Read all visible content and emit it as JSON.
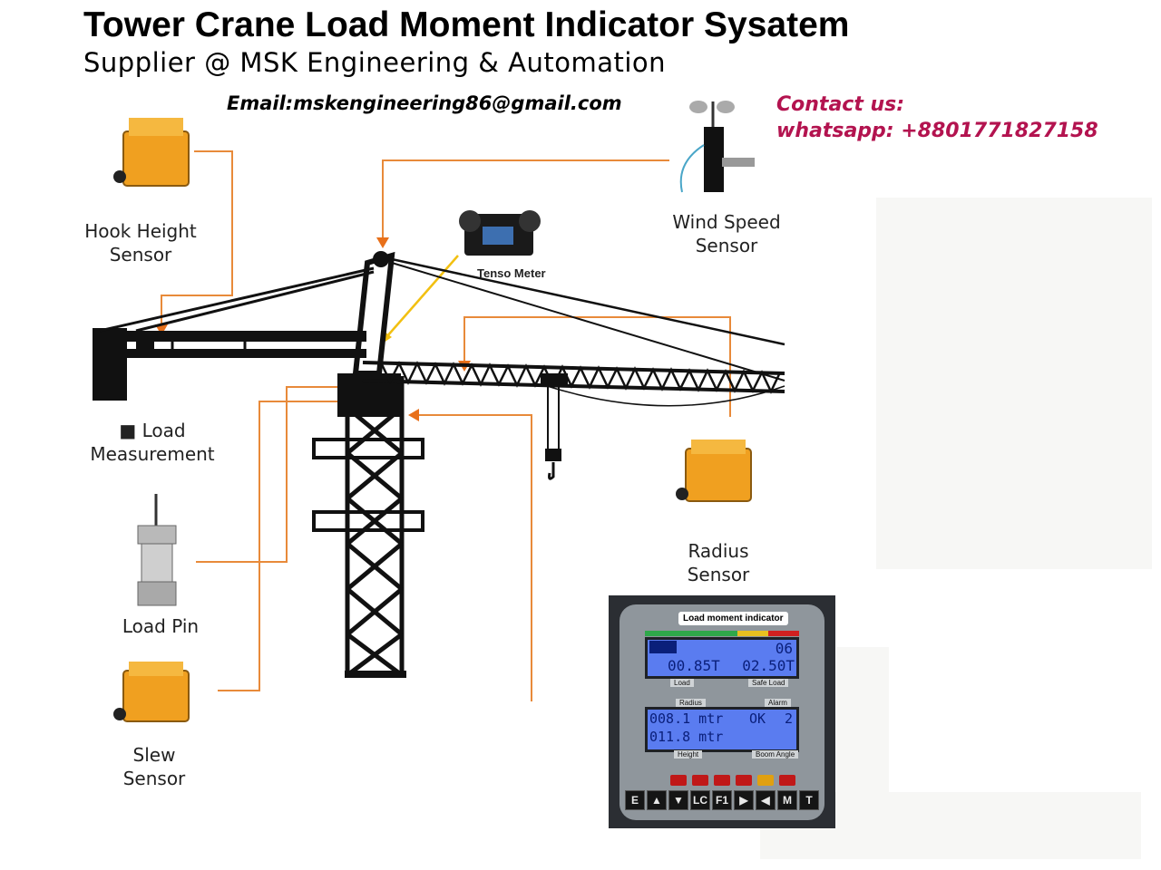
{
  "header": {
    "title": "Tower Crane Load Moment Indicator Sysatem",
    "subtitle": "Supplier @ MSK Engineering & Automation",
    "email": "Email:mskengineering86@gmail.com",
    "contact_label": "Contact us:",
    "whatsapp": "whatsapp: +8801771827158"
  },
  "components": {
    "hook_height": [
      "Hook Height",
      "Sensor"
    ],
    "load_measurement": [
      "■ Load",
      "Measurement"
    ],
    "load_pin": "Load Pin",
    "slew": [
      "Slew",
      "Sensor"
    ],
    "wind_speed": [
      "Wind Speed",
      "Sensor"
    ],
    "radius": [
      "Radius",
      "Sensor"
    ],
    "tenso": "Tenso Meter"
  },
  "indicator": {
    "title": "Load moment indicator",
    "count": "06",
    "load_value": "00.85T",
    "safe_load_value": "02.50T",
    "load_label": "Load",
    "safe_load_label": "Safe Load",
    "radius_label": "Radius",
    "alarm_label": "Alarm",
    "radius_value": "008.1 mtr",
    "alarm_value": "OK",
    "alarm_code": "2",
    "height_value": "011.8 mtr",
    "height_label": "Height",
    "boom_angle_label": "Boom Angle",
    "keys": [
      "E",
      "▲",
      "▼",
      "LC",
      "F1",
      "▶",
      "◀",
      "M",
      "T"
    ]
  },
  "colors": {
    "accent": "#b3134f",
    "leader_line": "#e88a3a",
    "sensor_body": "#f0a020",
    "lcd": "#5a7cf0"
  }
}
